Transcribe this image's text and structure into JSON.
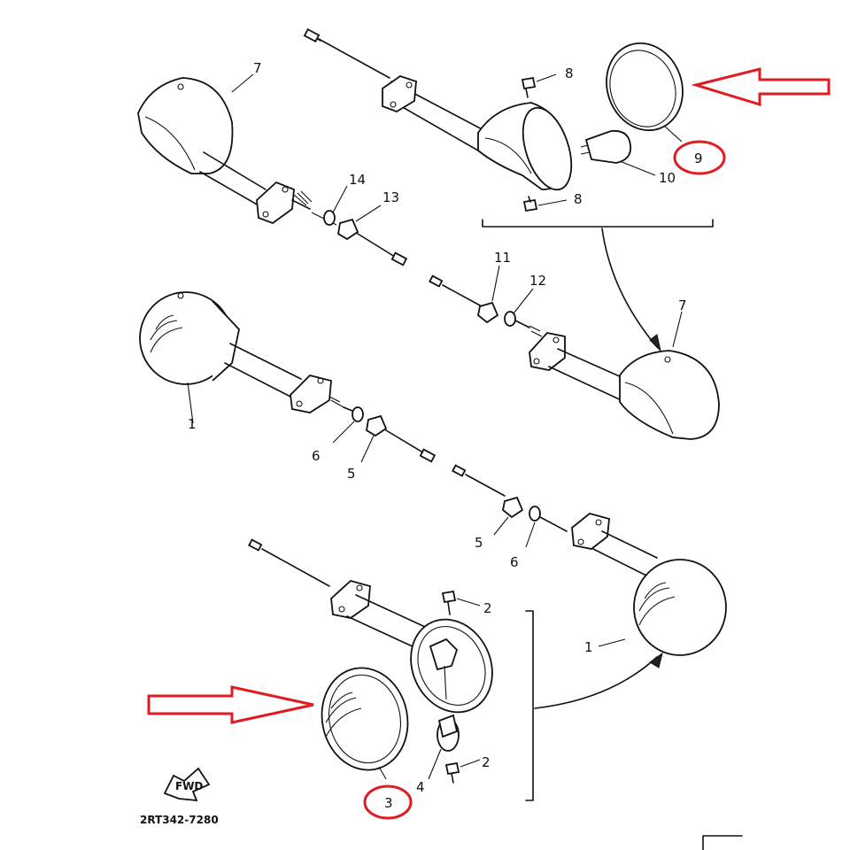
{
  "callouts": {
    "c1a": "1",
    "c1b": "1",
    "c2a": "2",
    "c2b": "2",
    "c3": "3",
    "c4": "4",
    "c5a": "5",
    "c5b": "5",
    "c6a": "6",
    "c6b": "6",
    "c7a": "7",
    "c7b": "7",
    "c8a": "8",
    "c8b": "8",
    "c9": "9",
    "c10": "10",
    "c11": "11",
    "c12": "12",
    "c13": "13",
    "c14": "14"
  },
  "diagram_code": "2RT342-7280",
  "fwd_label": "FWD",
  "colors": {
    "line": "#111111",
    "highlight": "#e01b22",
    "background": "#ffffff"
  }
}
